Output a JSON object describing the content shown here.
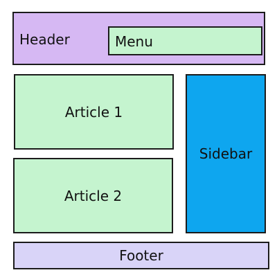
{
  "header": {
    "label": "Header"
  },
  "menu": {
    "label": "Menu"
  },
  "articles": [
    {
      "label": "Article 1"
    },
    {
      "label": "Article 2"
    }
  ],
  "sidebar": {
    "label": "Sidebar"
  },
  "footer": {
    "label": "Footer"
  },
  "colors": {
    "header": "#d6b8f3",
    "menu": "#c5f4cf",
    "article": "#c5f4cf",
    "sidebar": "#0ea6ef",
    "footer": "#d9d4f8"
  }
}
